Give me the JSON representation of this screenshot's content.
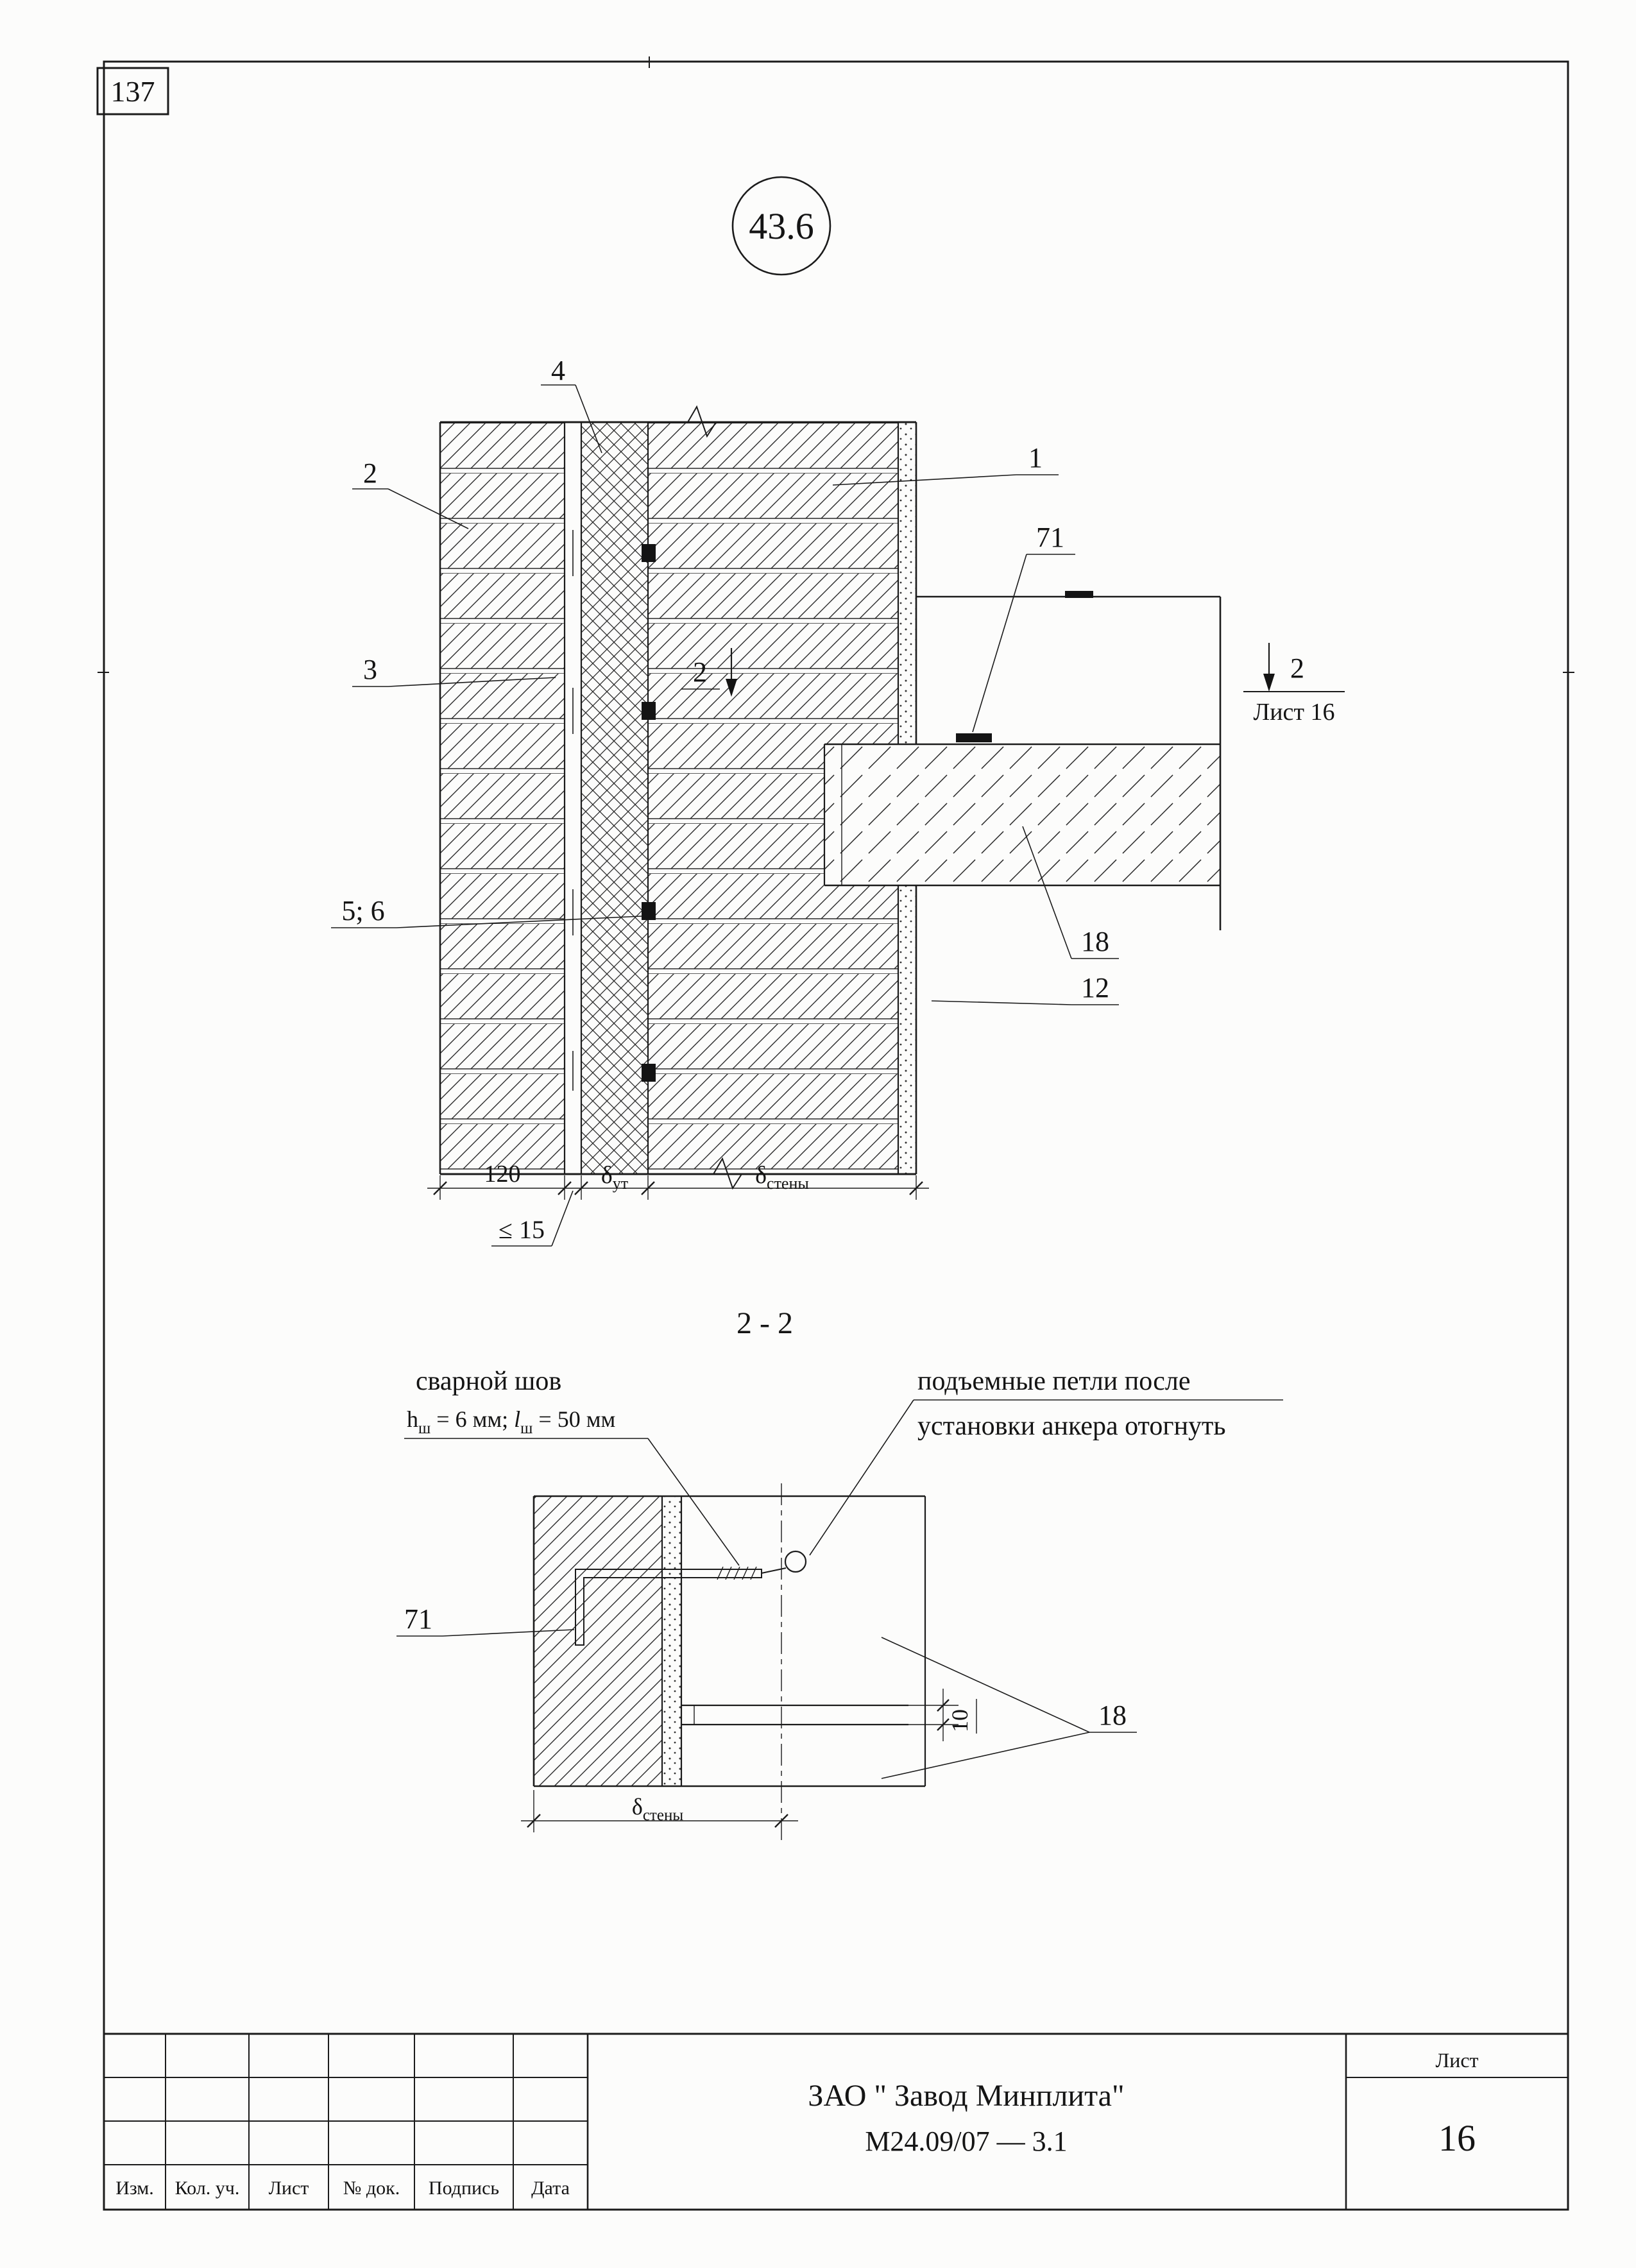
{
  "colors": {
    "ink": "#1b1b1b",
    "paper": "#fcfcfb"
  },
  "page": {
    "number": "137",
    "detail_circle": "43.6",
    "section_title": "2 - 2"
  },
  "main_drawing": {
    "callouts": {
      "c4": "4",
      "c2_left": "2",
      "c1": "1",
      "c71": "71",
      "c3": "3",
      "c56": "5; 6",
      "c18": "18",
      "c12": "12",
      "section_mark_left": "2",
      "section_mark_right": "2",
      "section_sheet_ref": "Лист 16"
    },
    "dimensions": {
      "d120": "120",
      "delta_ut": {
        "base": "δ",
        "sub": "ут"
      },
      "delta_wall": {
        "base": "δ",
        "sub": "стены"
      },
      "gap": "≤ 15"
    }
  },
  "section_drawing": {
    "weld_note_line1": "сварной шов",
    "weld_spec": [
      "h",
      "ш",
      " = 6 мм; ",
      "l",
      "ш",
      " = 50 мм"
    ],
    "loop_note_line1": "подъемные петли после",
    "loop_note_line2": "установки анкера отогнуть",
    "callouts": {
      "c71": "71",
      "c18": "18",
      "d10": "10"
    },
    "dimensions": {
      "delta_wall": {
        "base": "δ",
        "sub": "стены"
      }
    }
  },
  "title_block": {
    "columns": [
      "Изм.",
      "Кол. уч.",
      "Лист",
      "№ док.",
      "Подпись",
      "Дата"
    ],
    "company": "ЗАО \" Завод Минплита\"",
    "document": "М24.09/07 — 3.1",
    "sheet_label": "Лист",
    "sheet_number": "16"
  }
}
